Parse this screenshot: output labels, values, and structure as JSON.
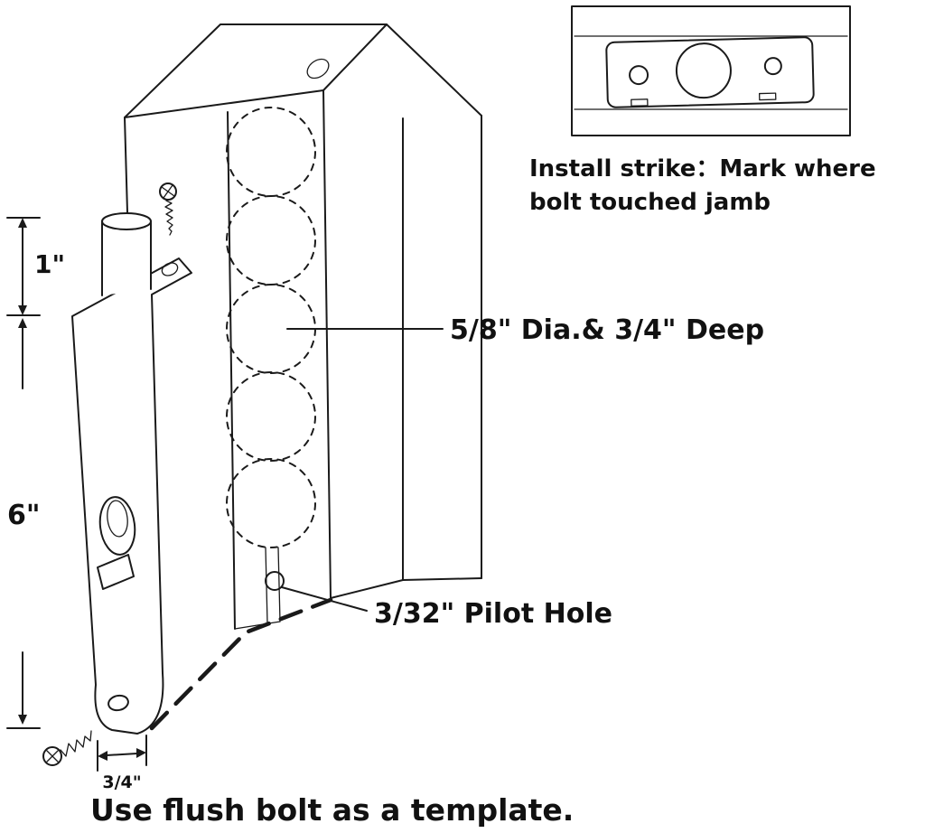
{
  "diagram": {
    "inset_caption": {
      "line1": "Install strike：Mark where",
      "line2": "bolt touched jamb"
    },
    "labels": {
      "drill_spec": "5/8\" Dia.& 3/4\" Deep",
      "pilot_hole": "3/32\" Pilot Hole",
      "footer": "Use flush bolt as a template."
    },
    "dimensions": {
      "bolt_protrusion": "1\"",
      "plate_length": "6\"",
      "plate_width": "3/4\""
    },
    "colors": {
      "line": "#1a1a1a",
      "background": "#ffffff"
    }
  }
}
